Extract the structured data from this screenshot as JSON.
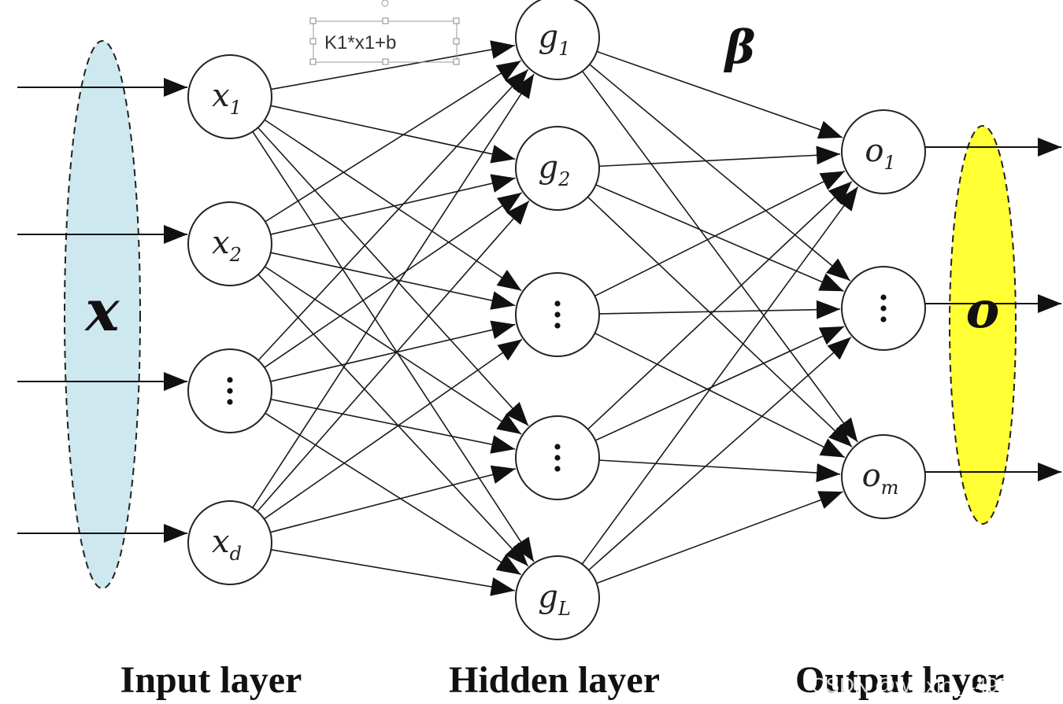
{
  "diagram": {
    "input_var": "x",
    "output_var": "o",
    "weight_symbol": "β",
    "annotation": "K1*x1+b",
    "layers": {
      "input": "Input layer",
      "hidden": "Hidden layer",
      "output": "Output layer"
    },
    "input_nodes": [
      {
        "base": "x",
        "sub": "1"
      },
      {
        "base": "x",
        "sub": "2"
      },
      {
        "base": "⋮",
        "sub": ""
      },
      {
        "base": "x",
        "sub": "d"
      }
    ],
    "hidden_nodes": [
      {
        "base": "g",
        "sub": "1"
      },
      {
        "base": "g",
        "sub": "2"
      },
      {
        "base": "⋮",
        "sub": ""
      },
      {
        "base": "⋮",
        "sub": ""
      },
      {
        "base": "g",
        "sub": "L"
      }
    ],
    "output_nodes": [
      {
        "base": "o",
        "sub": "1"
      },
      {
        "base": "⋮",
        "sub": ""
      },
      {
        "base": "o",
        "sub": "m"
      }
    ],
    "colors": {
      "input_ellipse": "#cde8ee",
      "output_ellipse": "#ffff33",
      "stroke": "#1a1a1a"
    }
  },
  "watermark": "CSDN @weixin_44953928"
}
